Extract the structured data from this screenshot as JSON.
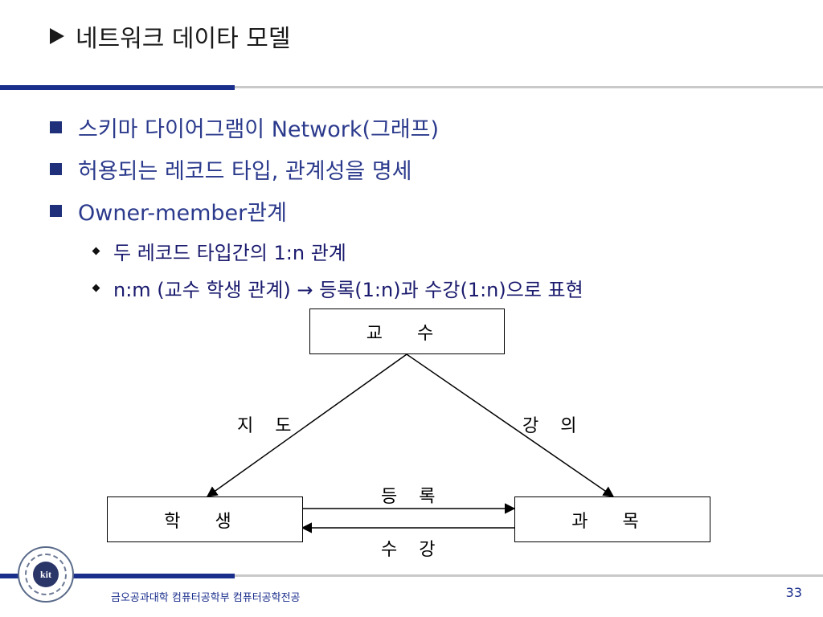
{
  "title": "네트워크 데이타 모델",
  "bullets": [
    "스키마 다이어그램이 Network(그래프)",
    "허용되는 레코드 타입, 관계성을 명세",
    "Owner-member관계"
  ],
  "sub_bullets": [
    "두 레코드 타입간의 1:n 관계",
    "n:m (교수 학생 관계) → 등록(1:n)과 수강(1:n)으로 표현"
  ],
  "diagram": {
    "nodes": {
      "professor": "교 수",
      "student": "학 생",
      "course": "과 목"
    },
    "edges": {
      "advise": "지 도",
      "lecture": "강 의",
      "enroll": "등 록",
      "take": "수 강"
    }
  },
  "footer": {
    "institution": "금오공과대학 컴퓨터공학부 컴퓨터공학전공",
    "page": "33",
    "logo_text": "kit"
  },
  "colors": {
    "accent": "#1a2e8c",
    "text_blue": "#2b3a8c"
  }
}
